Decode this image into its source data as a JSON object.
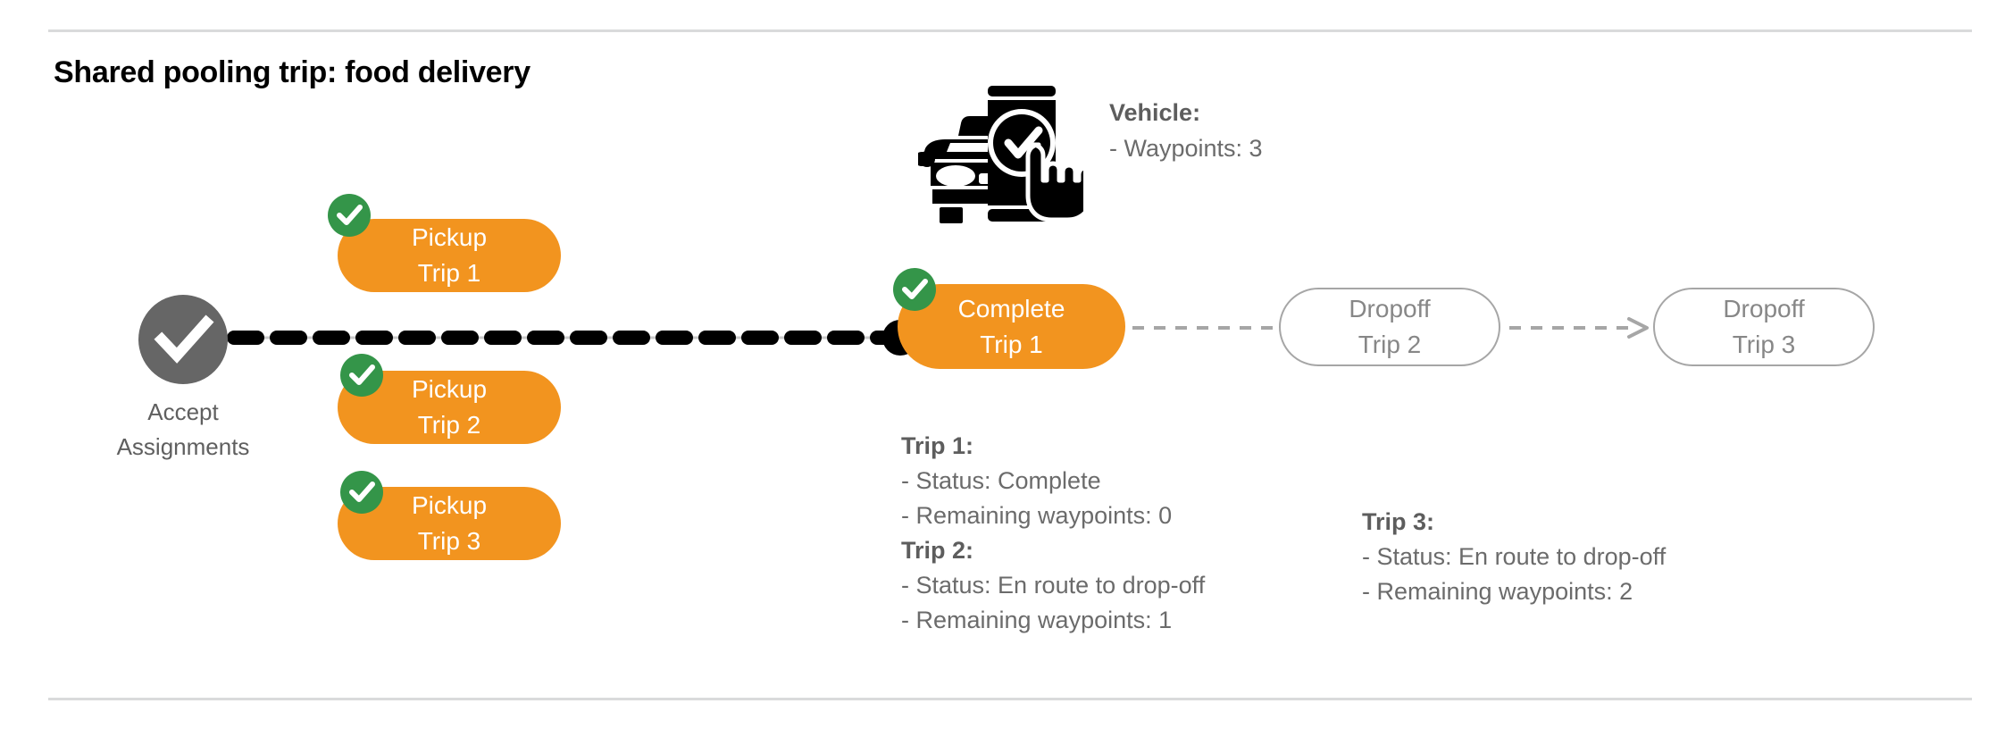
{
  "page": {
    "title": "Shared pooling trip: food delivery",
    "background_color": "#ffffff",
    "rule_color": "#d9dadb"
  },
  "colors": {
    "orange": "#f2941f",
    "green": "#349549",
    "gray_node": "#666666",
    "gray_text": "#6b6b6b",
    "gray_outline": "#a6a6a6",
    "black": "#000000"
  },
  "vehicle": {
    "icon": "car-phone-check-icon",
    "heading": "Vehicle:",
    "waypoints_line": "- Waypoints: 3",
    "waypoints": 3
  },
  "flow": {
    "accept_node": {
      "icon": "check-circle-icon",
      "label_line_1": "Accept",
      "label_line_2": "Assignments",
      "state": "complete"
    },
    "pickups": [
      {
        "line1": "Pickup",
        "line2": "Trip 1",
        "state": "complete",
        "badge": "check-badge-icon"
      },
      {
        "line1": "Pickup",
        "line2": "Trip 2",
        "state": "complete",
        "badge": "check-badge-icon"
      },
      {
        "line1": "Pickup",
        "line2": "Trip 3",
        "state": "complete",
        "badge": "check-badge-icon"
      }
    ],
    "complete_node": {
      "line1": "Complete",
      "line2": "Trip 1",
      "state": "complete",
      "badge": "check-badge-icon"
    },
    "dropoffs": [
      {
        "line1": "Dropoff",
        "line2": "Trip 2",
        "state": "pending"
      },
      {
        "line1": "Dropoff",
        "line2": "Trip 3",
        "state": "pending"
      }
    ]
  },
  "trip_details": {
    "left_column": [
      {
        "heading": "Trip 1:",
        "status": "- Status:  Complete",
        "waypoints": "- Remaining waypoints: 0"
      },
      {
        "heading": "Trip 2:",
        "status": "- Status:  En route to drop-off",
        "waypoints": "- Remaining waypoints: 1"
      }
    ],
    "right_column": [
      {
        "heading": "Trip 3:",
        "status": "- Status:  En route to drop-off",
        "waypoints": "- Remaining waypoints: 2"
      }
    ]
  }
}
